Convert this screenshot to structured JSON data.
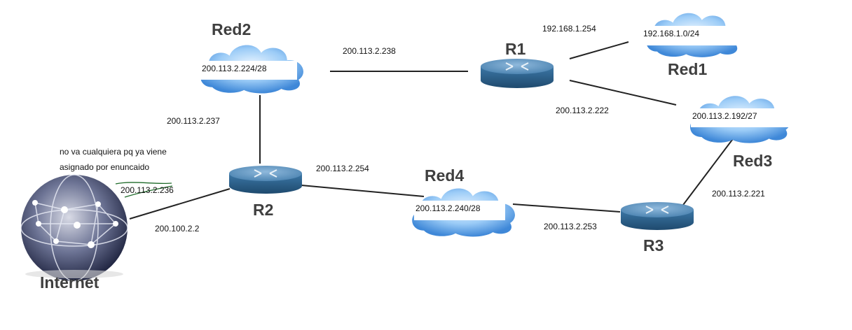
{
  "networks": {
    "red1": {
      "name": "Red1",
      "address": "192.168.1.0/24"
    },
    "red2": {
      "name": "Red2",
      "address": "200.113.2.224/28"
    },
    "red3": {
      "name": "Red3",
      "address": "200.113.2.192/27"
    },
    "red4": {
      "name": "Red4",
      "address": "200.113.2.240/28"
    }
  },
  "routers": {
    "r1": "R1",
    "r2": "R2",
    "r3": "R3"
  },
  "internet": {
    "label": "Internet"
  },
  "interfaces": {
    "r1_red1": "192.168.1.254",
    "r1_red2": "200.113.2.238",
    "r1_red3": "200.113.2.222",
    "r2_red2": "200.113.2.237",
    "r2_red4": "200.113.2.254",
    "r2_internet_struck": "200.113.2.236",
    "r2_internet": "200.100.2.2",
    "r3_red4": "200.113.2.253",
    "r3_red3": "200.113.2.221"
  },
  "note": {
    "line1": "no va cualquiera pq ya viene",
    "line2": "asignado por enuncaido"
  },
  "colors": {
    "cloud_light": "#cfe6ff",
    "cloud_dark": "#3f88d8",
    "router_top": "#5d93bf",
    "router_body": "#2c5f87",
    "strike_green": "#1f6b2a"
  }
}
